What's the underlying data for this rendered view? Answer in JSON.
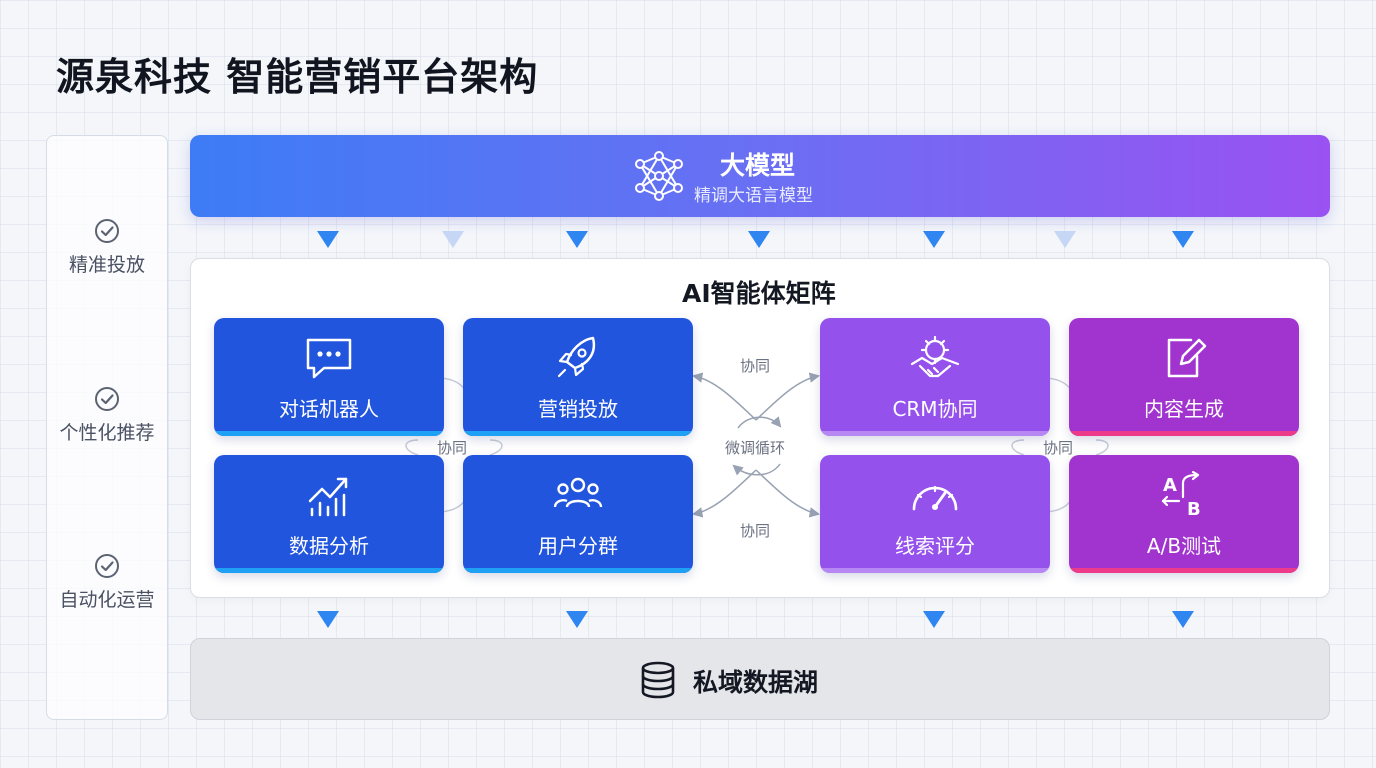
{
  "page": {
    "title": "源泉科技 智能营销平台架构"
  },
  "capabilities": [
    {
      "label": "精准投放",
      "icon": "check-circle-icon"
    },
    {
      "label": "个性化推荐",
      "icon": "check-circle-icon"
    },
    {
      "label": "自动化运营",
      "icon": "check-circle-icon"
    }
  ],
  "model": {
    "title": "大模型",
    "subtitle": "精调大语言模型",
    "icon": "neural-network-icon"
  },
  "matrix": {
    "title": "AI智能体矩阵",
    "agents": [
      {
        "label": "对话机器人",
        "icon": "chat-bubble-icon",
        "theme": "blue"
      },
      {
        "label": "营销投放",
        "icon": "rocket-icon",
        "theme": "blue"
      },
      {
        "label": "数据分析",
        "icon": "trend-chart-icon",
        "theme": "blue"
      },
      {
        "label": "用户分群",
        "icon": "user-group-icon",
        "theme": "blue"
      },
      {
        "label": "CRM协同",
        "icon": "handshake-gear-icon",
        "theme": "violet"
      },
      {
        "label": "内容生成",
        "icon": "edit-icon",
        "theme": "magenta"
      },
      {
        "label": "线索评分",
        "icon": "gauge-icon",
        "theme": "violet"
      },
      {
        "label": "A/B测试",
        "icon": "ab-test-icon",
        "theme": "magenta"
      }
    ],
    "links": {
      "collab_top": "协同",
      "collab_bottom": "协同",
      "collab_left": "协同",
      "collab_right": "协同",
      "loop": "微调循环"
    }
  },
  "data_lake": {
    "title": "私域数据湖",
    "icon": "database-icon"
  },
  "colors": {
    "accent_blue": "#2255dd",
    "accent_violet": "#9551ec",
    "accent_magenta": "#a134cf",
    "arrow": "#2f86f0"
  }
}
